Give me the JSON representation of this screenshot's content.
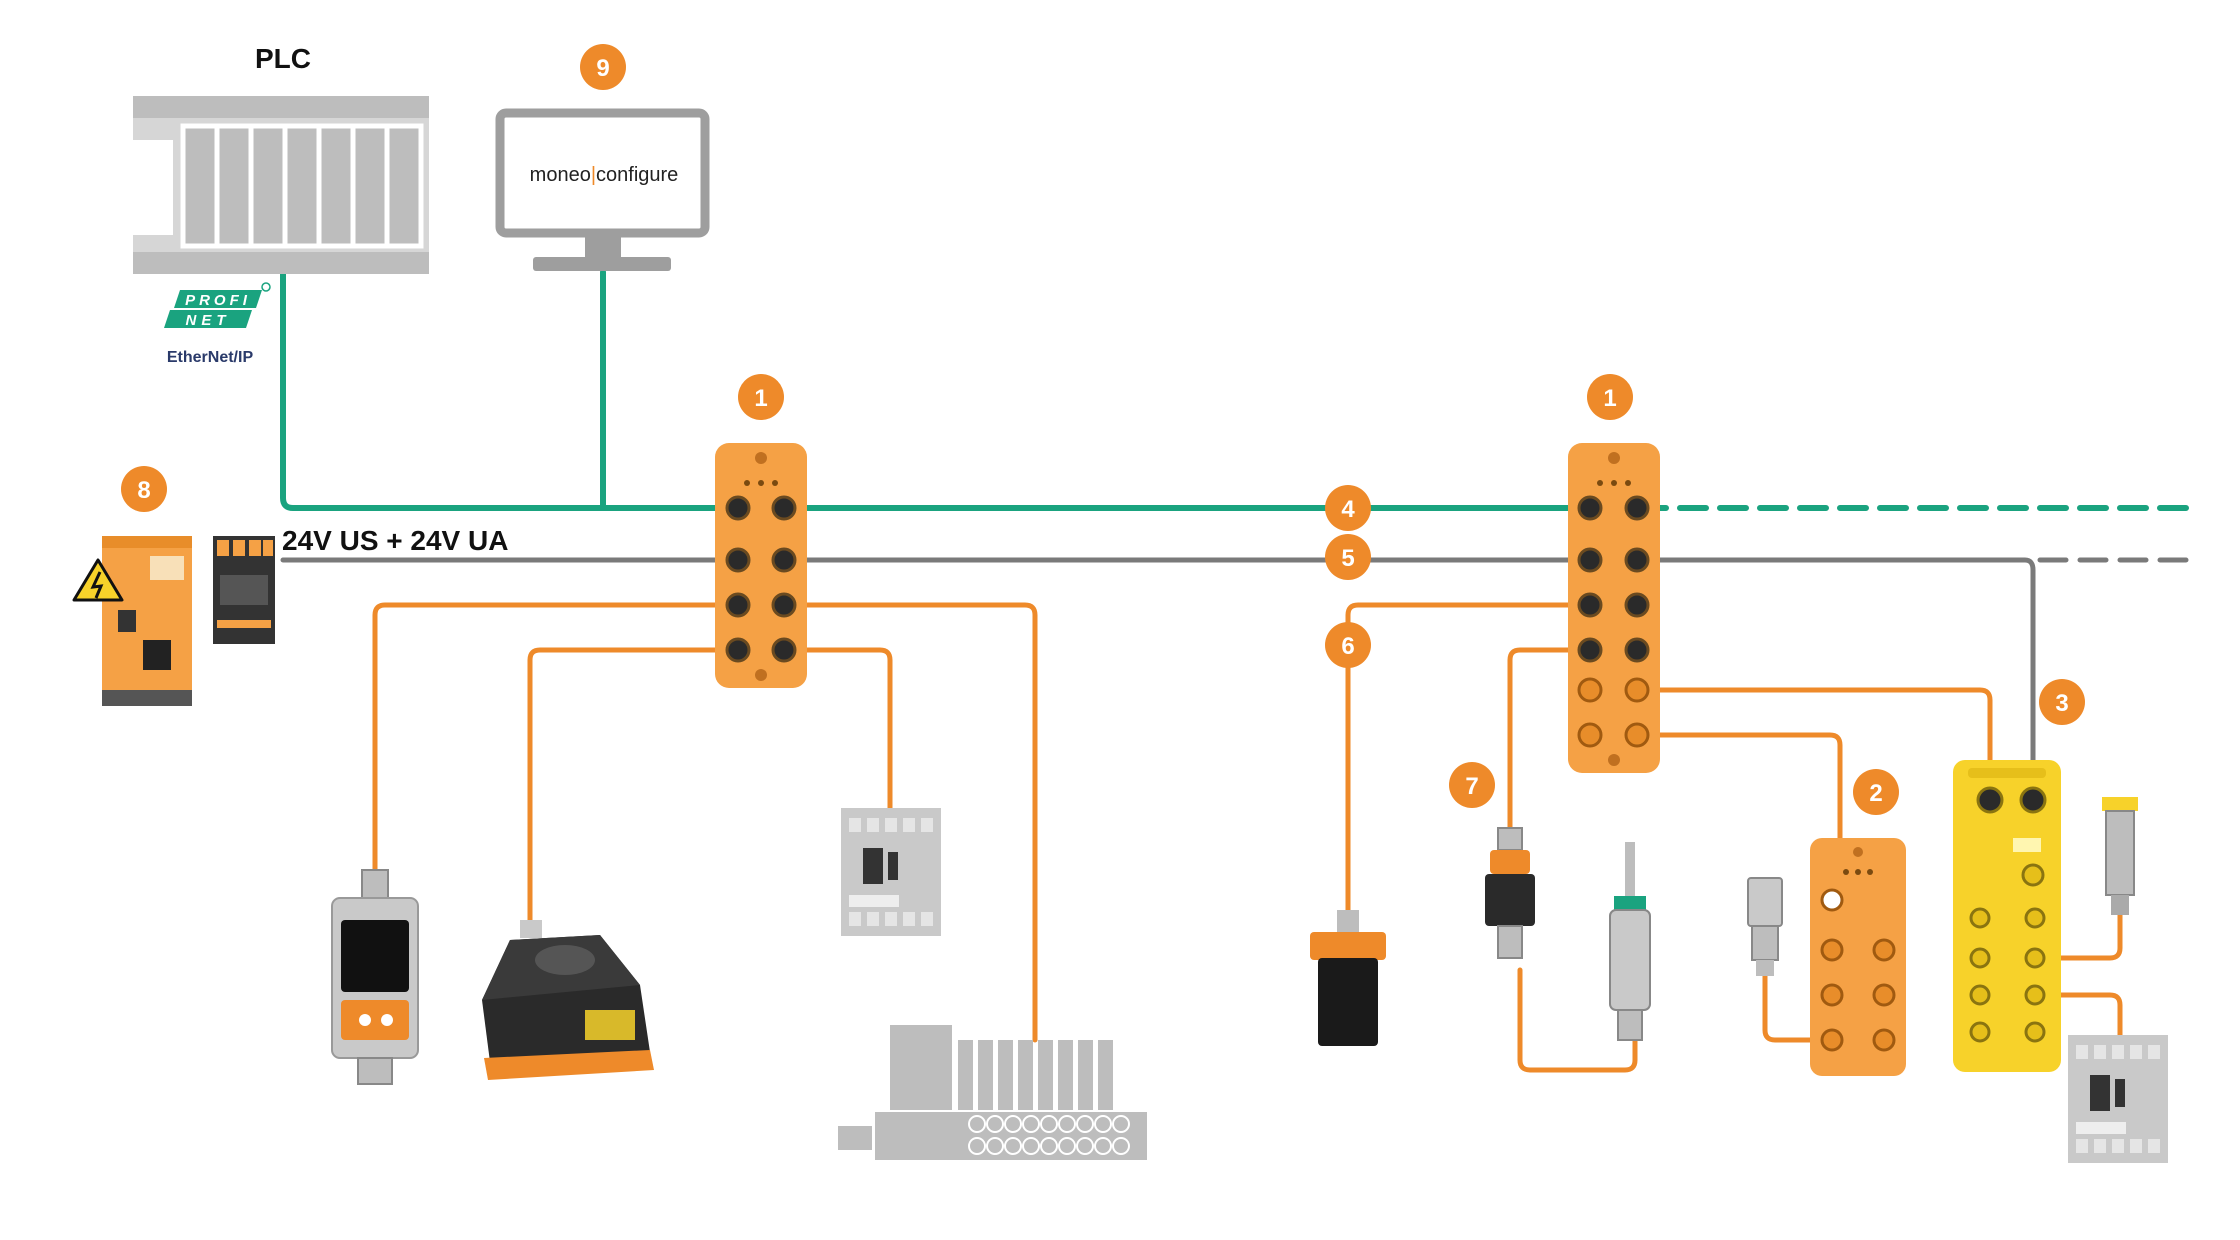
{
  "labels": {
    "plc": "PLC",
    "power_rail": "24V US + 24V UA",
    "monitor_text_a": "moneo",
    "monitor_text_b": "configure",
    "profinet_a": "PROFI",
    "profinet_b": "NET",
    "ethernetip": "EtherNet/IP"
  },
  "badges": {
    "b9": "9",
    "b8": "8",
    "b1a": "1",
    "b1b": "1",
    "b4": "4",
    "b5": "5",
    "b6": "6",
    "b7": "7",
    "b2": "2",
    "b3": "3"
  },
  "colors": {
    "ethernet_line": "#1aa37f",
    "power_line": "#7a7a7a",
    "io_link_line": "#ee8a2a",
    "badge": "#ee8a2a",
    "device_orange": "#f5a145",
    "device_yellow": "#f7d22a",
    "device_gray": "#bdbdbd"
  }
}
